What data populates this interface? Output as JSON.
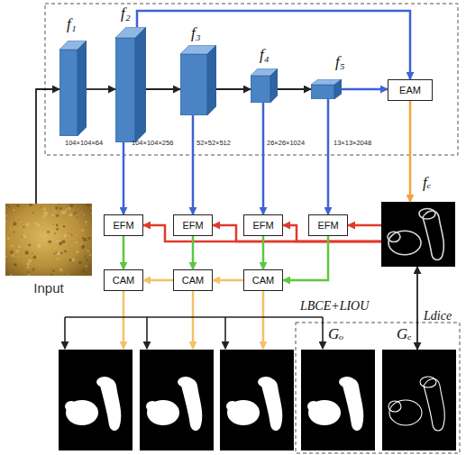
{
  "diagram": {
    "nodes": [
      {
        "text": [
          "f₁",
          "104×104×64"
        ]
      },
      {
        "text": [
          "f₂",
          "104×104×256"
        ]
      },
      {
        "text": [
          "f₃",
          "52×52×512"
        ]
      },
      {
        "text": [
          "f₄",
          "26×26×1024"
        ]
      },
      {
        "text": [
          "f₅",
          "13×13×2048"
        ]
      },
      {
        "text": [
          "EAM"
        ]
      },
      {
        "text": [
          "Input"
        ]
      },
      {
        "text": [
          "EFM"
        ]
      },
      {
        "text": [
          "EFM"
        ]
      },
      {
        "text": [
          "EFM"
        ]
      },
      {
        "text": [
          "EFM"
        ]
      },
      {
        "text": [
          "fₑ"
        ]
      },
      {
        "text": [
          "CAM"
        ]
      },
      {
        "text": [
          "CAM"
        ]
      },
      {
        "text": [
          "CAM"
        ]
      },
      {
        "text": [
          "Gₒ"
        ]
      },
      {
        "text": [
          "Gₑ"
        ]
      }
    ],
    "edges": [
      {
        "from": 6,
        "to": 0,
        "arrow": "to"
      },
      {
        "from": 0,
        "to": 1,
        "arrow": "to"
      },
      {
        "from": 1,
        "to": 2,
        "arrow": "to"
      },
      {
        "from": 2,
        "to": 3,
        "arrow": "to"
      },
      {
        "from": 3,
        "to": 4,
        "arrow": "to"
      },
      {
        "from": 1,
        "to": 5,
        "arrow": "to"
      },
      {
        "from": 4,
        "to": 5,
        "arrow": "to"
      },
      {
        "from": 1,
        "to": 7,
        "arrow": "to"
      },
      {
        "from": 2,
        "to": 8,
        "arrow": "to"
      },
      {
        "from": 3,
        "to": 9,
        "arrow": "to"
      },
      {
        "from": 4,
        "to": 10,
        "arrow": "to"
      },
      {
        "from": 5,
        "to": 11,
        "arrow": "to"
      },
      {
        "from": 11,
        "to": 7,
        "arrow": "to"
      },
      {
        "from": 11,
        "to": 8,
        "arrow": "to"
      },
      {
        "from": 11,
        "to": 9,
        "arrow": "to"
      },
      {
        "from": 11,
        "to": 10,
        "arrow": "to"
      },
      {
        "from": 7,
        "to": 12,
        "arrow": "to"
      },
      {
        "from": 8,
        "to": 13,
        "arrow": "to"
      },
      {
        "from": 9,
        "to": 14,
        "arrow": "to"
      },
      {
        "from": 10,
        "to": 14,
        "arrow": "to"
      },
      {
        "from": 14,
        "to": 13,
        "arrow": "to"
      },
      {
        "from": 13,
        "to": 12,
        "arrow": "to"
      },
      {
        "from": 11,
        "to": 16,
        "label": "Ldice",
        "arrow": "both"
      }
    ],
    "labels": [
      "LBCE+LIOU"
    ]
  }
}
